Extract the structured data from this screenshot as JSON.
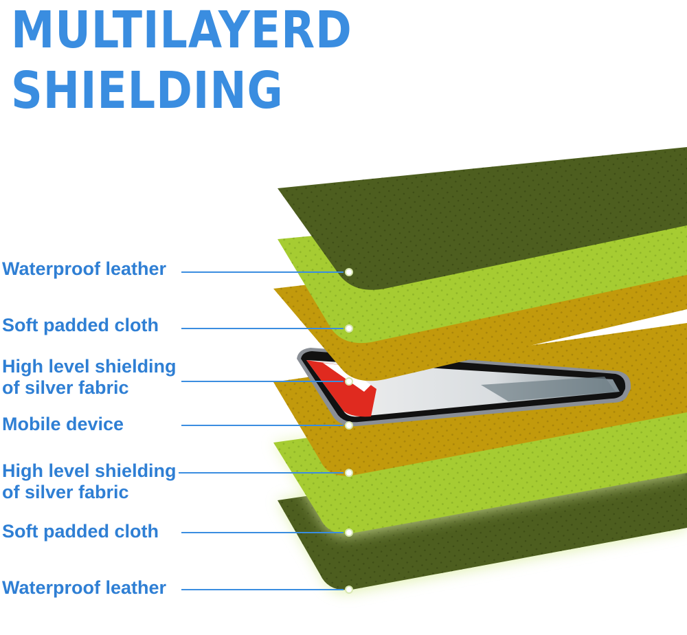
{
  "title": {
    "line1": "MULTILAYERD",
    "line2": "SHIELDING"
  },
  "colors": {
    "title": "#3a8de0",
    "label": "#2f7fd4",
    "leader_line": "#3a8de0",
    "leather_dark_green": "#4d5e1f",
    "padded_lime": "#a6cc32",
    "silver_fabric_gold": "#c29a0c",
    "phone_frame": "#8a8f96"
  },
  "layers": [
    {
      "line1": "Waterproof  leather",
      "line2": ""
    },
    {
      "line1": "Soft padded  cloth",
      "line2": ""
    },
    {
      "line1": "High level shielding",
      "line2": "of silver fabric"
    },
    {
      "line1": "Mobile  device",
      "line2": ""
    },
    {
      "line1": "High level shielding",
      "line2": "of silver fabric"
    },
    {
      "line1": "Soft padded  cloth",
      "line2": ""
    },
    {
      "line1": "Waterproof  leather",
      "line2": ""
    }
  ]
}
